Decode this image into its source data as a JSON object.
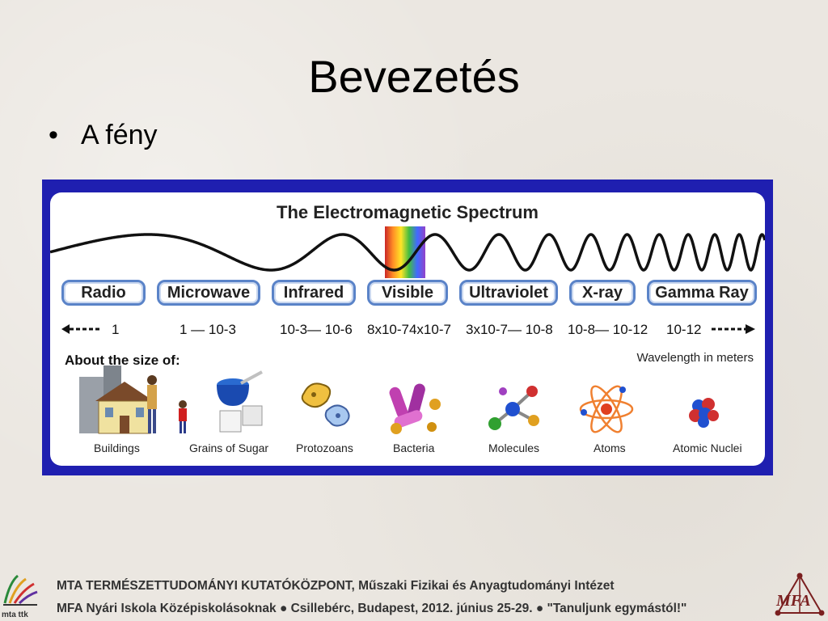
{
  "slide": {
    "title": "Bevezetés",
    "bullet": "A fény",
    "bullet_marker": "•"
  },
  "figure": {
    "title": "The Electromagnetic Spectrum",
    "bands": [
      {
        "label": "Radio",
        "wavelength": "1"
      },
      {
        "label": "Microwave",
        "wavelength": "1 — 10-3"
      },
      {
        "label": "Infrared",
        "wavelength": "10-3— 10-6"
      },
      {
        "label": "Visible",
        "wavelength": "8x10-74x10-7"
      },
      {
        "label": "Ultraviolet",
        "wavelength": "3x10-7— 10-8"
      },
      {
        "label": "X-ray",
        "wavelength": "10-8— 10-12"
      },
      {
        "label": "Gamma Ray",
        "wavelength": "10-12"
      }
    ],
    "about_label": "About the size of:",
    "unit_label": "Wavelength in meters",
    "objects": [
      "Buildings",
      "Grains of Sugar",
      "Protozoans",
      "Bacteria",
      "Molecules",
      "Atoms",
      "Atomic Nuclei"
    ],
    "colors": {
      "frame": "#1f1fb0",
      "band_border": "#5a83c8"
    }
  },
  "footer": {
    "line1": "MTA TERMÉSZETTUDOMÁNYI KUTATÓKÖZPONT, Műszaki Fizikai és Anyagtudományi Intézet",
    "line2": "MFA Nyári Iskola Középiskolásoknak ● Csillebérc, Budapest, 2012. június 25-29. ● \"Tanuljunk egymástól!\"",
    "logo_left_text": "mta ttk",
    "logo_right_text": "MFA"
  }
}
